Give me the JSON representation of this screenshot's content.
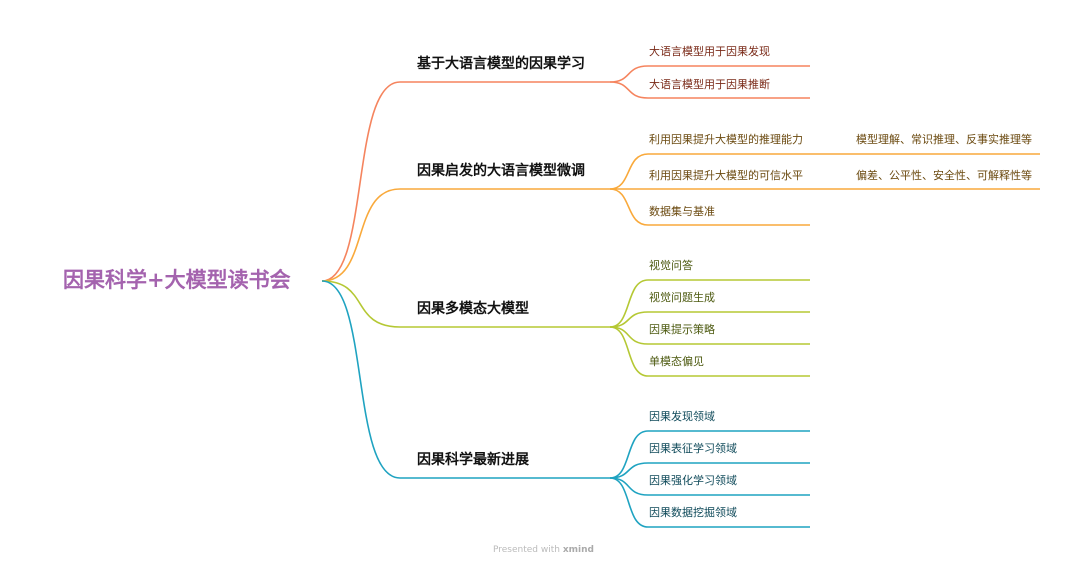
{
  "root": "因果科学+大模型读书会",
  "colors": {
    "branch1": "#F5845E",
    "branch2": "#F9A93B",
    "branch3": "#B5C834",
    "branch4": "#1FA3C1",
    "root": "#A463AE"
  },
  "branches": [
    {
      "label": "基于大语言模型的因果学习",
      "children": [
        {
          "label": "大语言模型用于因果发现"
        },
        {
          "label": "大语言模型用于因果推断"
        }
      ]
    },
    {
      "label": "因果启发的大语言模型微调",
      "children": [
        {
          "label": "利用因果提升大模型的推理能力",
          "detail": "模型理解、常识推理、反事实推理等"
        },
        {
          "label": "利用因果提升大模型的可信水平",
          "detail": "偏差、公平性、安全性、可解释性等"
        },
        {
          "label": "数据集与基准"
        }
      ]
    },
    {
      "label": "因果多模态大模型",
      "children": [
        {
          "label": "视觉问答"
        },
        {
          "label": "视觉问题生成"
        },
        {
          "label": "因果提示策略"
        },
        {
          "label": "单模态偏见"
        }
      ]
    },
    {
      "label": "因果科学最新进展",
      "children": [
        {
          "label": "因果发现领域"
        },
        {
          "label": "因果表征学习领域"
        },
        {
          "label": "因果强化学习领域"
        },
        {
          "label": "因果数据挖掘领域"
        }
      ]
    }
  ],
  "footer": {
    "prefix": "Presented with ",
    "brand": "xmind"
  }
}
